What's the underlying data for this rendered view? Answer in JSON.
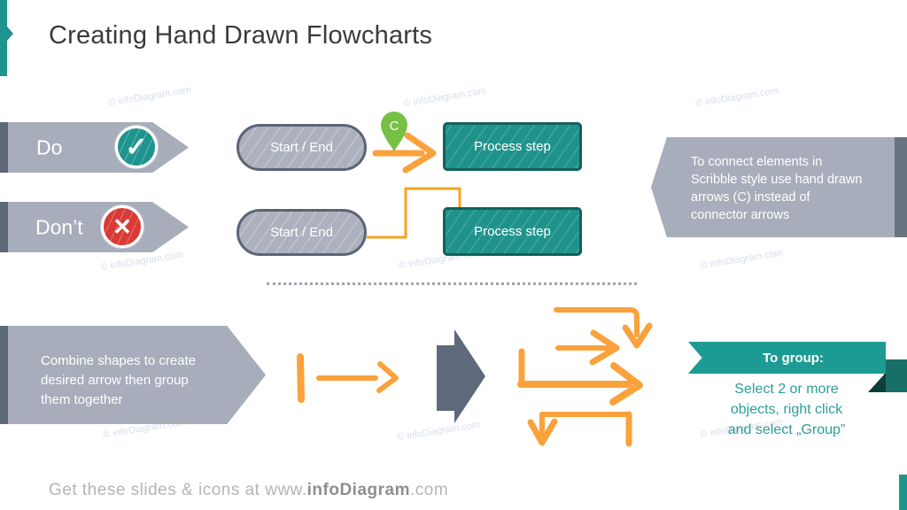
{
  "slide": {
    "title": "Creating Hand Drawn Flowcharts",
    "watermark_text": "© infoDiagram.com",
    "footer": {
      "prefix": "Get these slides & icons at www.",
      "brand": "infoDiagram",
      "suffix": ".com"
    }
  },
  "do_dont": {
    "do_label": "Do",
    "dont_label": "Don’t",
    "check_glyph": "✓",
    "cross_glyph": "✕"
  },
  "flow": {
    "start_end_1": "Start / End",
    "process_1": "Process step",
    "start_end_2": "Start / End",
    "process_2": "Process step",
    "pin_label": "C"
  },
  "tips": {
    "connect": "To connect elements in Scribble style use hand drawn arrows (C) instead of connector arrows",
    "combine": "Combine shapes to create desired arrow then group them together"
  },
  "group_callout": {
    "title": "To group:",
    "lines": [
      "Select 2 or more",
      "objects, right click",
      "and select „Group”"
    ]
  },
  "colors": {
    "teal": "#1E948E",
    "teal_dark": "#14605C",
    "ribbon_teal": "#1D9A94",
    "ribbon_fold": "#0E3E3B",
    "gray_banner": "#A7ADBA",
    "gray_strip": "#5D6878",
    "orange": "#F9A23C",
    "connector_orange": "#F6A41F",
    "green_pin": "#76C043",
    "red": "#D93A35",
    "block_arrow_gray": "#5E6A7C"
  }
}
